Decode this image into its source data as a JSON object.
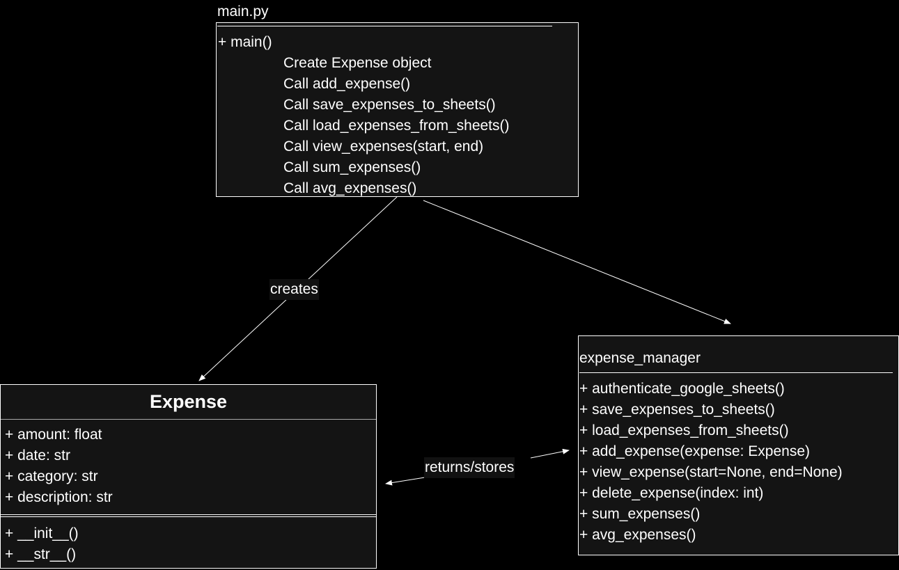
{
  "colors": {
    "background": "#000000",
    "box_fill": "#141414",
    "stroke": "#ffffff"
  },
  "main_box": {
    "title": "main.py",
    "method": "+ main()",
    "steps": [
      "Create Expense object",
      "Call add_expense()",
      "Call save_expenses_to_sheets()",
      "Call load_expenses_from_sheets()",
      "Call view_expenses(start, end)",
      "Call sum_expenses()",
      "Call avg_expenses()"
    ]
  },
  "expense_class": {
    "title": "Expense",
    "attributes": [
      "+ amount: float",
      "+ date: str",
      "+ category: str",
      "+ description: str"
    ],
    "methods": [
      "+ __init__()",
      "+ __str__()"
    ]
  },
  "manager_box": {
    "title": "expense_manager",
    "methods": [
      "+ authenticate_google_sheets()",
      "+ save_expenses_to_sheets()",
      "+ load_expenses_from_sheets()",
      "+ add_expense(expense: Expense)",
      "+ view_expense(start=None, end=None)",
      "+ delete_expense(index: int)",
      "+ sum_expenses()",
      "+ avg_expenses()"
    ]
  },
  "edges": {
    "creates_label": "creates",
    "returns_label": "returns/stores"
  }
}
